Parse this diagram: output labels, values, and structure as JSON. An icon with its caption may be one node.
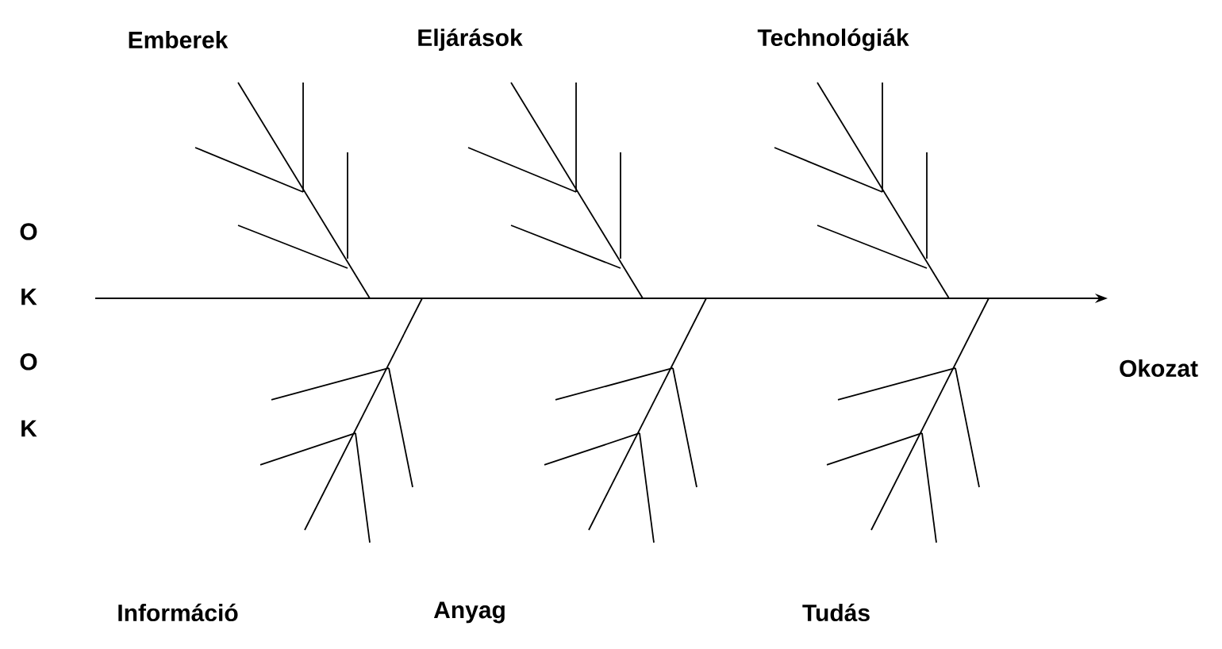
{
  "diagram": {
    "labels": [
      "Emberek",
      "Eljárások",
      "Technológiák",
      "O",
      "K",
      "O",
      "Okozat",
      "K",
      "Információ",
      "Anyag",
      "Tudás"
    ]
  }
}
